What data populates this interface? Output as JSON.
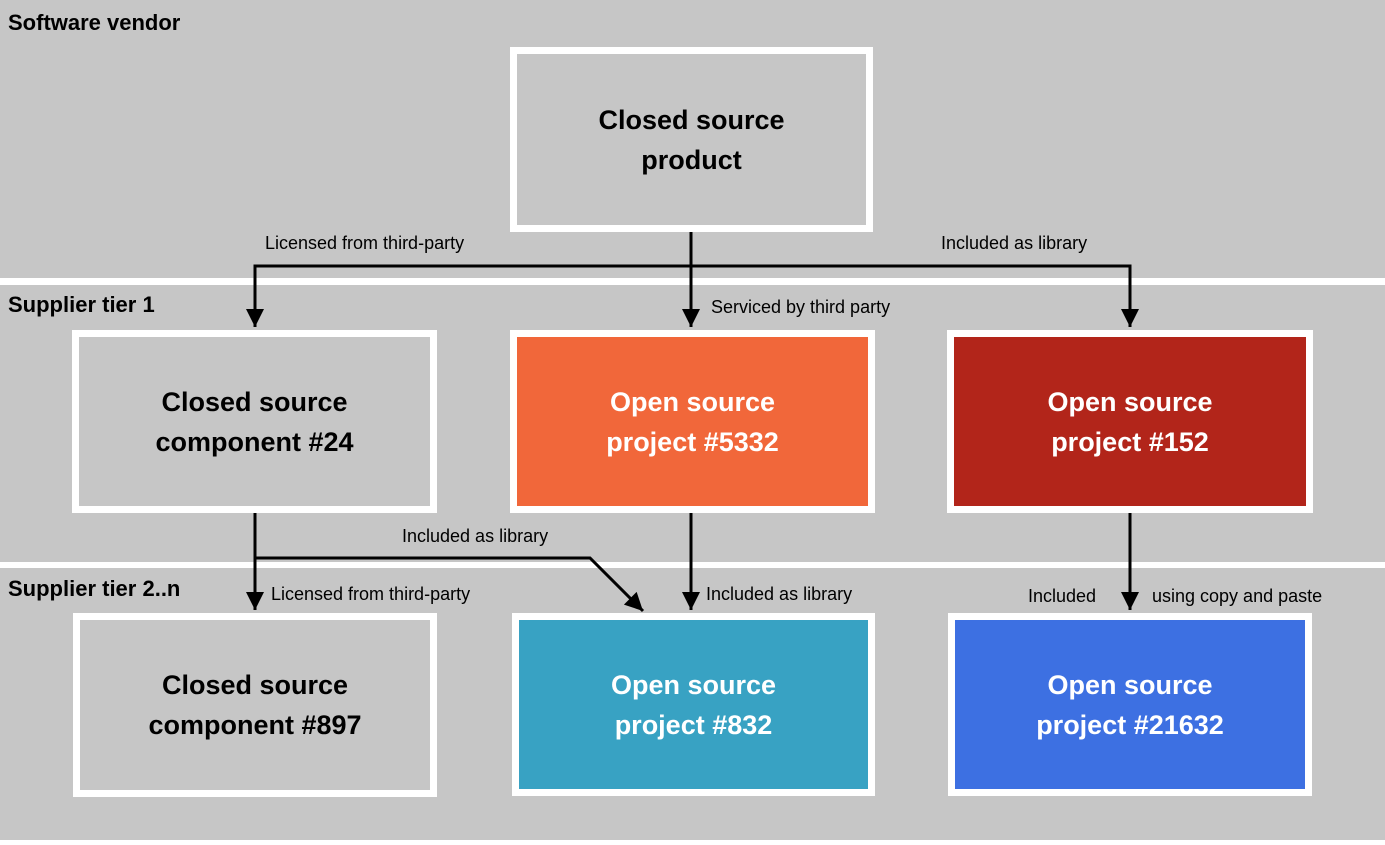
{
  "title": "Software supply chain diagram",
  "colors": {
    "band_background": "#c6c6c6",
    "separator": "#ffffff",
    "connector": "#000000",
    "box_border": "#ffffff"
  },
  "bands": {
    "vendor": {
      "label": "Software vendor"
    },
    "tier1": {
      "label": "Supplier tier 1"
    },
    "tier2": {
      "label": "Supplier tier 2..n"
    }
  },
  "nodes": {
    "product": {
      "line1": "Closed source",
      "line2": "product",
      "color": "#c6c6c6",
      "text_color": "#000000"
    },
    "component24": {
      "line1": "Closed source",
      "line2": "component #24",
      "color": "#c6c6c6",
      "text_color": "#000000"
    },
    "project5332": {
      "line1": "Open source",
      "line2": "project #5332",
      "color": "#f1673a",
      "text_color": "#ffffff"
    },
    "project152": {
      "line1": "Open source",
      "line2": "project #152",
      "color": "#b2251a",
      "text_color": "#ffffff"
    },
    "component897": {
      "line1": "Closed source",
      "line2": "component #897",
      "color": "#c6c6c6",
      "text_color": "#000000"
    },
    "project832": {
      "line1": "Open source",
      "line2": "project #832",
      "color": "#38a2c3",
      "text_color": "#ffffff"
    },
    "project21632": {
      "line1": "Open source",
      "line2": "project #21632",
      "color": "#3d70e2",
      "text_color": "#ffffff"
    }
  },
  "edges": [
    {
      "from": "product",
      "to": "component24",
      "label": "Licensed from third-party"
    },
    {
      "from": "product",
      "to": "project152",
      "label": "Included as library"
    },
    {
      "from": "product",
      "to": "project5332",
      "label": "Serviced by third party"
    },
    {
      "from": "component24",
      "to": "project832",
      "label": "Included as library"
    },
    {
      "from": "component24",
      "to": "component897",
      "label": "Licensed from third-party"
    },
    {
      "from": "project5332",
      "to": "project832",
      "label": "Included as library"
    },
    {
      "from": "project152",
      "to": "project21632",
      "label": "Included using copy and paste",
      "label_part1": "Included",
      "label_part2": "using copy and paste"
    }
  ]
}
